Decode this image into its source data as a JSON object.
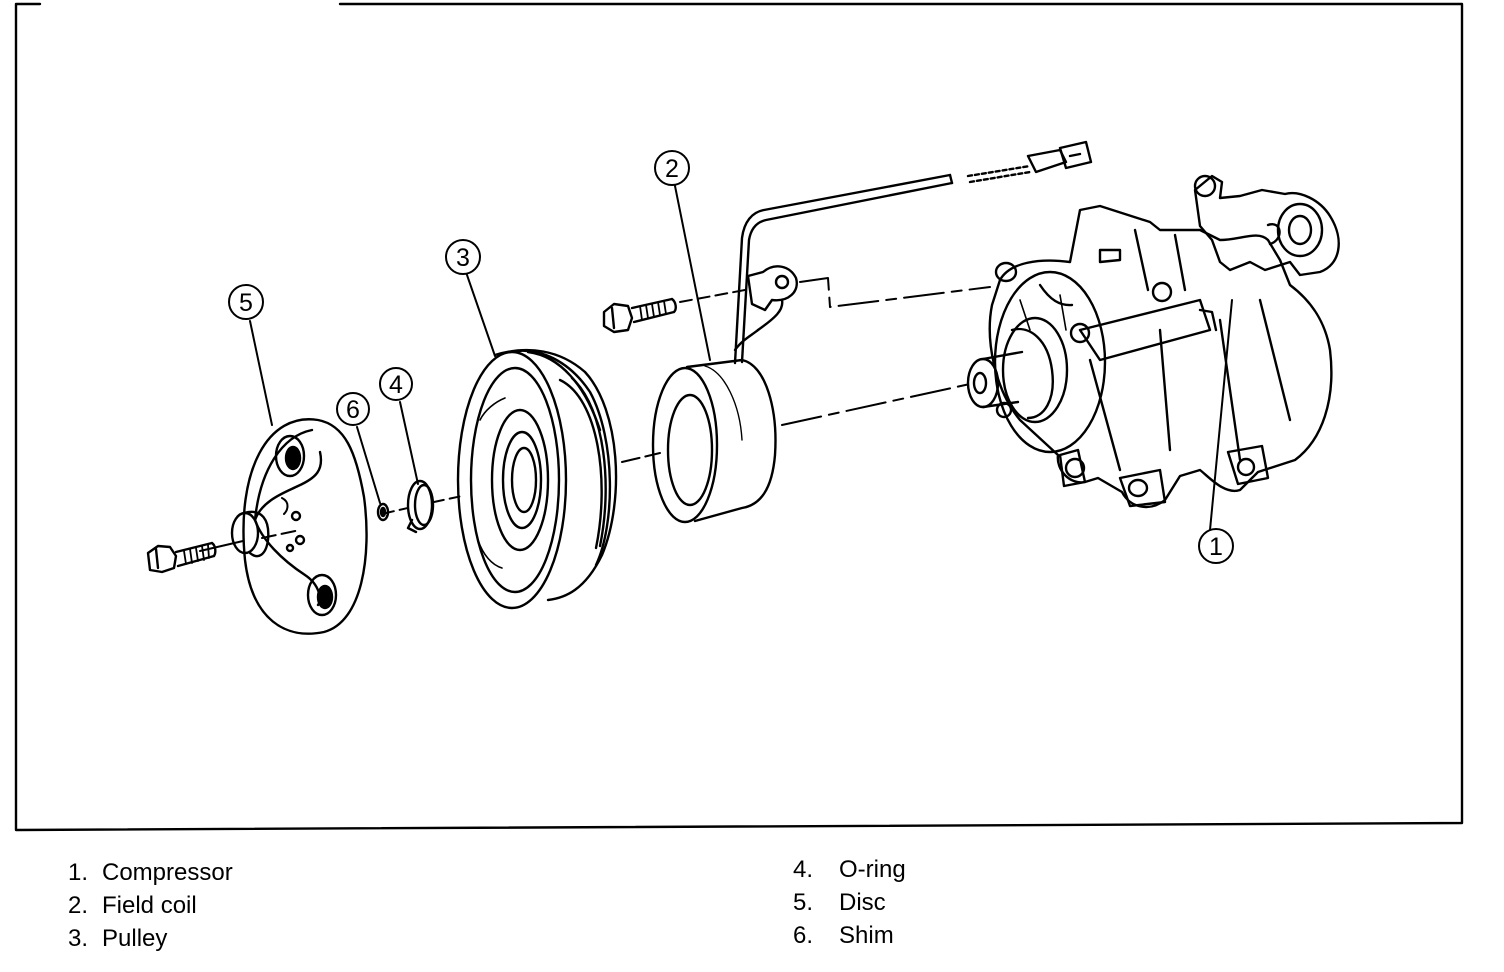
{
  "diagram": {
    "callouts": [
      {
        "id": "2",
        "label": "2"
      },
      {
        "id": "3",
        "label": "3"
      },
      {
        "id": "5",
        "label": "5"
      },
      {
        "id": "6",
        "label": "6"
      },
      {
        "id": "4",
        "label": "4"
      },
      {
        "id": "1",
        "label": "1"
      }
    ]
  },
  "legend": {
    "left": [
      {
        "num": "1.",
        "text": "Compressor"
      },
      {
        "num": "2.",
        "text": "Field coil"
      },
      {
        "num": "3.",
        "text": "Pulley"
      }
    ],
    "right": [
      {
        "num": "4.",
        "text": "O-ring"
      },
      {
        "num": "5.",
        "text": "Disc"
      },
      {
        "num": "6.",
        "text": "Shim"
      }
    ]
  }
}
